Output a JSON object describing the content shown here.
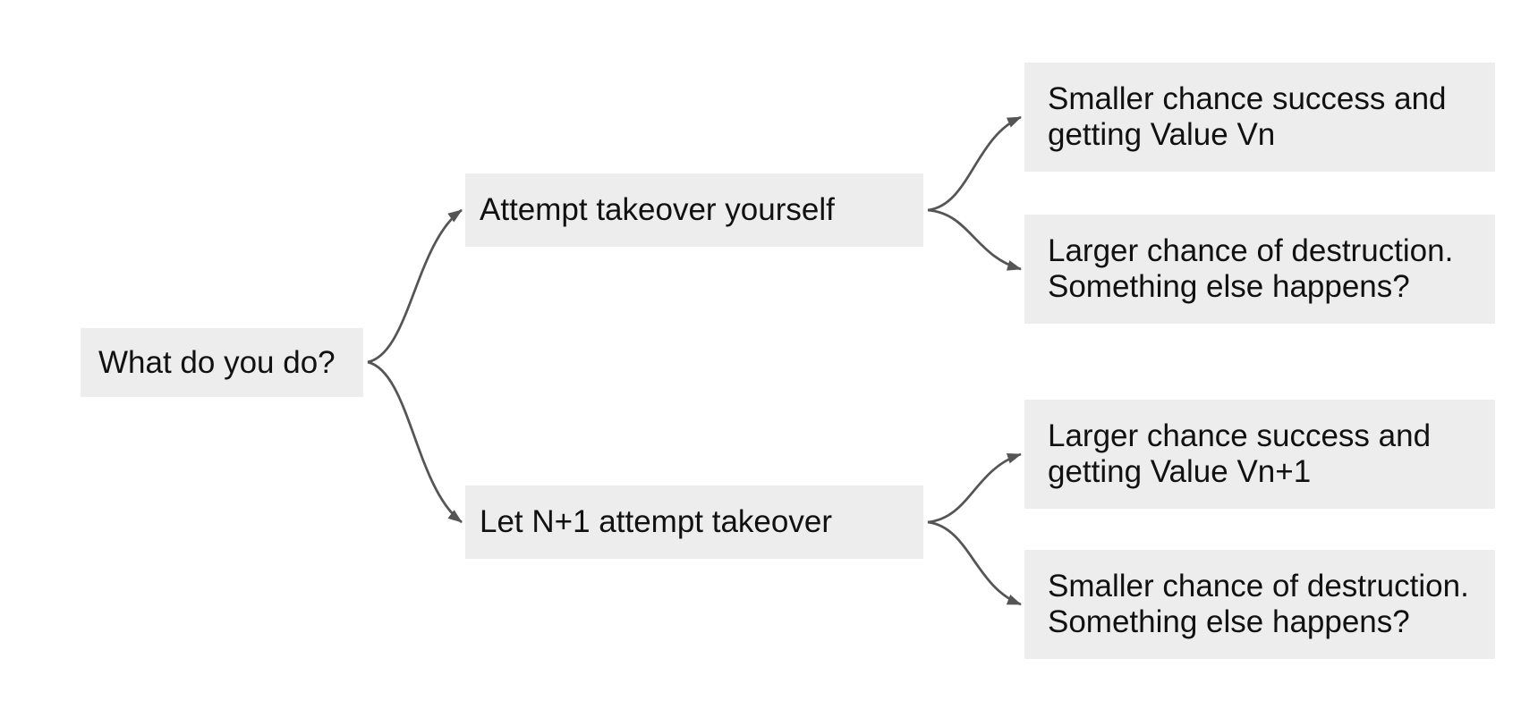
{
  "diagram": {
    "root": {
      "label": "What do you do?"
    },
    "branches": [
      {
        "label": "Attempt takeover yourself",
        "leaves": [
          {
            "lines": [
              "Smaller chance success and",
              "getting Value Vn"
            ]
          },
          {
            "lines": [
              "Larger chance of destruction.",
              "Something else happens?"
            ]
          }
        ]
      },
      {
        "label": "Let N+1 attempt takeover",
        "leaves": [
          {
            "lines": [
              "Larger chance success and",
              "getting Value Vn+1"
            ]
          },
          {
            "lines": [
              "Smaller chance of destruction.",
              "Something else happens?"
            ]
          }
        ]
      }
    ],
    "colors": {
      "background": "#ffffff",
      "node-fill": "#ededed",
      "node-text": "#111111",
      "connector": "#555555"
    }
  }
}
